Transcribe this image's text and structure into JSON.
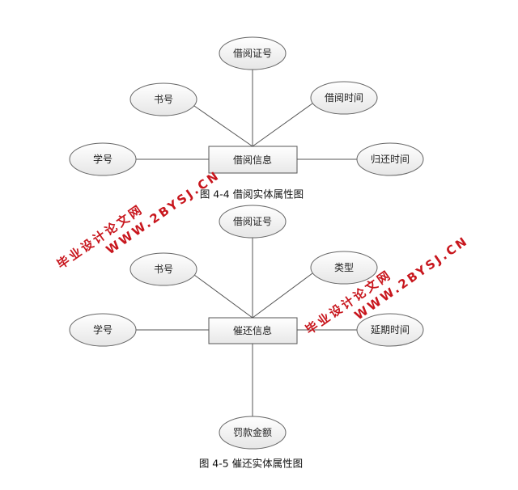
{
  "diagrams": [
    {
      "entity": "借阅信息",
      "caption": "图 4-4  借阅实体属性图",
      "attributes": [
        "借阅证号",
        "书号",
        "借阅时间",
        "学号",
        "归还时间"
      ]
    },
    {
      "entity": "催还信息",
      "caption": "图 4-5  催还实体属性图",
      "attributes": [
        "借阅证号",
        "书号",
        "类型",
        "学号",
        "延期时间",
        "罚款金额"
      ]
    }
  ],
  "watermark": {
    "line1": "毕业设计论文网",
    "line2": "WWW.2BYSJ.CN",
    "color": "#c8161d"
  }
}
